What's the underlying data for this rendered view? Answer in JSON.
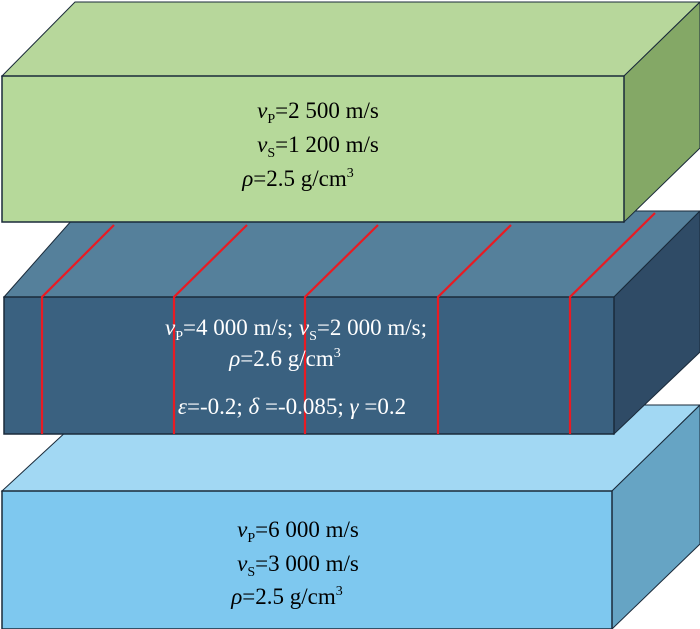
{
  "layers": [
    {
      "name": "top-layer",
      "colors": {
        "front": "#b6d99a",
        "top": "#b7d79b",
        "side": "#84a866"
      },
      "vp": {
        "symbol": "v",
        "subscript": "P",
        "value": "=2 500 m/s"
      },
      "vs": {
        "symbol": "v",
        "subscript": "S",
        "value": "=1 200 m/s"
      },
      "rho": {
        "symbol": "ρ",
        "value": "=2.5 g/cm",
        "superscript": "3"
      }
    },
    {
      "name": "middle-layer",
      "colors": {
        "front": "#3a6180",
        "top": "#55809b",
        "side": "#2f4b66",
        "fractures": "#e81b23"
      },
      "line1": {
        "vp_symbol": "v",
        "vp_subscript": "P",
        "vp_value": "=4 000 m/s; ",
        "vs_symbol": "v",
        "vs_subscript": "S",
        "vs_value": "=2 000 m/s;"
      },
      "line2": {
        "rho_symbol": "ρ",
        "rho_value": "=2.6 g/cm",
        "rho_superscript": "3"
      },
      "line3": {
        "epsilon_symbol": "ε",
        "epsilon_value": "=-0.2; ",
        "delta_symbol": "δ",
        "delta_value": " =-0.085; ",
        "gamma_symbol": "γ",
        "gamma_value": " =0.2"
      }
    },
    {
      "name": "bottom-layer",
      "colors": {
        "front": "#7ec8ef",
        "top": "#a2d8f3",
        "side": "#66a4c4"
      },
      "vp": {
        "symbol": "v",
        "subscript": "P",
        "value": "=6 000 m/s"
      },
      "vs": {
        "symbol": "v",
        "subscript": "S",
        "value": "=3 000 m/s"
      },
      "rho": {
        "symbol": "ρ",
        "value": "=2.5 g/cm",
        "superscript": "3"
      }
    }
  ]
}
